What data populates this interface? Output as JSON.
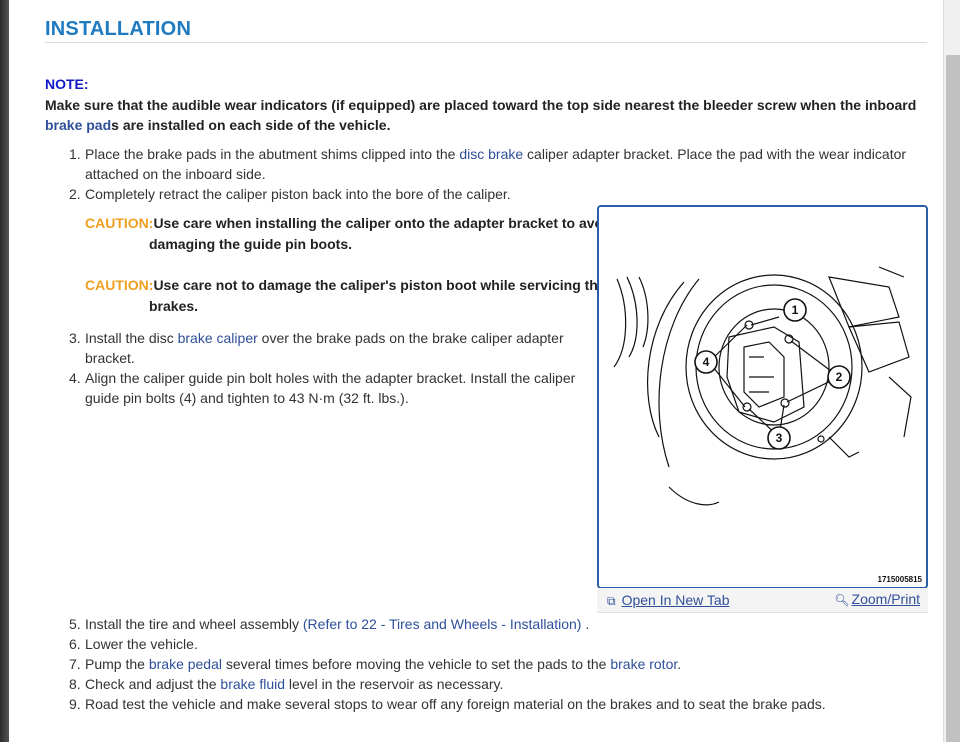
{
  "section": {
    "title": "INSTALLATION"
  },
  "note": {
    "label": "NOTE:",
    "text_before": "Make sure that the audible wear indicators (if equipped) are placed toward the top side nearest the bleeder screw when the inboard ",
    "link": "brake pad",
    "text_after": "s are installed on each side of the vehicle."
  },
  "steps": [
    {
      "num": "1.",
      "parts": [
        "Place the brake pads in the abutment shims clipped into the ",
        "disc brake",
        " caliper adapter bracket. Place the pad with the wear indicator attached on the inboard side."
      ]
    },
    {
      "num": "2.",
      "text": "Completely retract the caliper piston back into the bore of the caliper."
    },
    {
      "num": "3.",
      "parts": [
        "Install the disc ",
        "brake caliper",
        " over the brake pads on the brake caliper adapter bracket."
      ]
    },
    {
      "num": "4.",
      "text": "Align the caliper guide pin bolt holes with the adapter bracket. Install the caliper guide pin bolts (4) and tighten to 43 N·m (32 ft. lbs.)."
    },
    {
      "num": "5.",
      "parts": [
        "Install the tire and wheel assembly ",
        "(Refer to 22 - Tires and Wheels - Installation)",
        " ."
      ]
    },
    {
      "num": "6.",
      "text": "Lower the vehicle."
    },
    {
      "num": "7.",
      "parts": [
        "Pump the ",
        "brake pedal",
        " several times before moving the vehicle to set the pads to the ",
        "brake rotor",
        "."
      ]
    },
    {
      "num": "8.",
      "parts": [
        "Check and adjust the ",
        "brake fluid",
        " level in the reservoir as necessary."
      ]
    },
    {
      "num": "9.",
      "text": "Road test the vehicle and make several stops to wear off any foreign material on the brakes and to seat the brake pads."
    }
  ],
  "cautions": [
    {
      "label": "CAUTION:",
      "line1": "Use care when installing the caliper onto the adapter bracket to avoid",
      "line2": "damaging the guide pin boots."
    },
    {
      "label": "CAUTION:",
      "line1": "Use care not to damage the caliper's piston boot while servicing the",
      "line2": "brakes."
    }
  ],
  "figure": {
    "code": "1715005815",
    "callouts": [
      "1",
      "2",
      "3",
      "4"
    ],
    "open_tab_label": "Open In New Tab",
    "zoom_print_label": "Zoom/Print",
    "open_tab_icon": "open-new-tab-icon",
    "zoom_icon": "zoom-magnifier-icon"
  }
}
